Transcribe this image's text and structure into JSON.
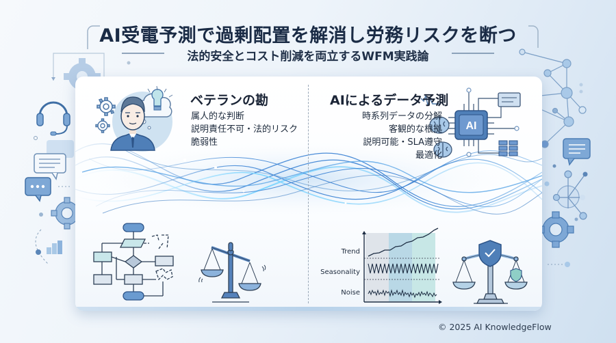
{
  "header": {
    "title": "AI受電予測で過剰配置を解消し労務リスクを断つ",
    "subtitle": "法的安全とコスト削減を両立するWFM実践論"
  },
  "left_panel": {
    "heading": "ベテランの勘",
    "points": [
      "属人的な判断",
      "説明責任不可・法的リスク",
      "脆弱性"
    ],
    "icons": [
      "veteran-person-icon",
      "gear-icon",
      "lightbulb-cloud-icon",
      "tangled-flowchart-icon",
      "unbalanced-scale-icon"
    ]
  },
  "right_panel": {
    "heading": "AIによるデータ予測",
    "points": [
      "時系列データの分解",
      "客観的な根拠",
      "説明可能・SLA遵守",
      "最適化"
    ],
    "icons": [
      "brain-icon",
      "ai-chip-icon",
      "document-icon",
      "table-icon",
      "balanced-scale-shield-icon"
    ],
    "chip_label": "AI",
    "decomposition_chart": {
      "labels": [
        "Trend",
        "Seasonality",
        "Noise"
      ]
    }
  },
  "decor": {
    "left_icons": [
      "headset-icon",
      "chat-bubble-icon",
      "chat-dots-icon",
      "gear-icon",
      "bar-chart-icon"
    ],
    "right_icons": [
      "network-graph-icon",
      "chat-bubble-icon",
      "gear-icon"
    ]
  },
  "colors": {
    "title": "#1a2b45",
    "accent_blue": "#4a7fb8",
    "light_blue": "#a9c8e6",
    "teal": "#a8d8d4",
    "card_bg": "#ffffff"
  },
  "footer": {
    "copyright": "© 2025 AI KnowledgeFlow"
  }
}
